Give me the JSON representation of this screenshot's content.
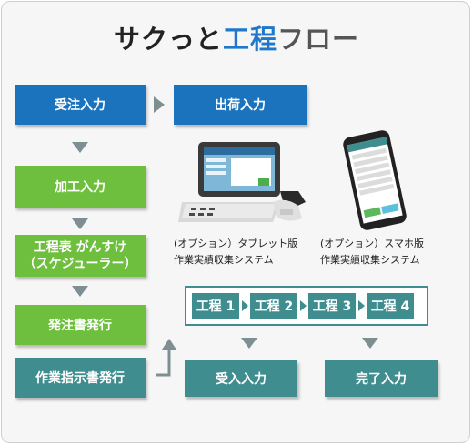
{
  "title": {
    "part1": "サクっと",
    "part2": "工程",
    "part3": "フロー"
  },
  "left_flow": {
    "order_entry": "受注入力",
    "processing_entry": "加工入力",
    "schedule_line1": "工程表 がんすけ",
    "schedule_line2": "（スケジューラー）",
    "purchase_order": "発注書発行",
    "work_instruction": "作業指示書発行"
  },
  "shipping_entry": "出荷入力",
  "tablet_caption": {
    "line1": "(オプション）タブレット版",
    "line2": "作業実績収集システム"
  },
  "phone_caption": {
    "line1": "(オプション）スマホ版",
    "line2": "作業実績収集システム"
  },
  "processes": [
    "工程 1",
    "工程 2",
    "工程 3",
    "工程 4"
  ],
  "receiving_entry": "受入入力",
  "completion_entry": "完了入力",
  "colors": {
    "blue": "#1b72bd",
    "green": "#6fbf3e",
    "teal": "#3f8d8f",
    "arrow": "#7e8f92"
  }
}
